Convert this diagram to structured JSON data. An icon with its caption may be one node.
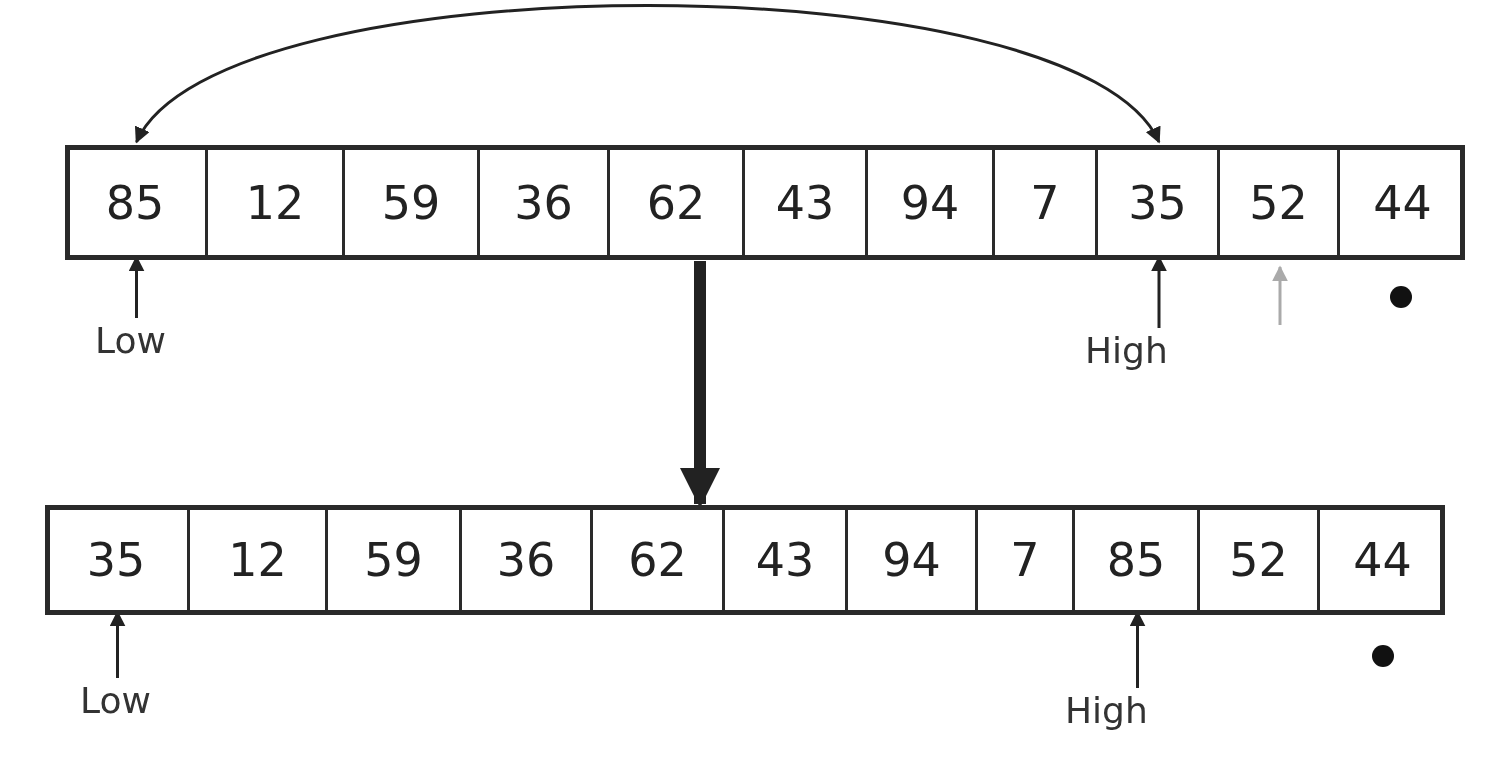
{
  "diagram": {
    "nodes": [
      {
        "text": [],
        "shape": "bar"
      },
      {
        "text": [
          "85"
        ],
        "in": 0
      },
      {
        "text": [
          "12"
        ],
        "in": 0
      },
      {
        "text": [
          "59"
        ],
        "in": 0
      },
      {
        "text": [
          "36"
        ],
        "in": 0
      },
      {
        "text": [
          "62"
        ],
        "in": 0
      },
      {
        "text": [
          "43"
        ],
        "in": 0
      },
      {
        "text": [
          "94"
        ],
        "in": 0
      },
      {
        "text": [
          "7"
        ],
        "in": 0
      },
      {
        "text": [
          "35"
        ],
        "in": 0
      },
      {
        "text": [
          "52"
        ],
        "in": 0
      },
      {
        "text": [
          "44"
        ],
        "in": 0
      },
      {
        "text": [
          "Low"
        ]
      },
      {
        "text": [
          "High"
        ]
      },
      {
        "text": [],
        "shape": "circle"
      },
      {
        "text": [],
        "shape": "bar"
      },
      {
        "text": [
          "35"
        ],
        "in": 15
      },
      {
        "text": [
          "12"
        ],
        "in": 15
      },
      {
        "text": [
          "59"
        ],
        "in": 15
      },
      {
        "text": [
          "36"
        ],
        "in": 15
      },
      {
        "text": [
          "62"
        ],
        "in": 15
      },
      {
        "text": [
          "43"
        ],
        "in": 15
      },
      {
        "text": [
          "94"
        ],
        "in": 15
      },
      {
        "text": [
          "7"
        ],
        "in": 15
      },
      {
        "text": [
          "85"
        ],
        "in": 15
      },
      {
        "text": [
          "52"
        ],
        "in": 15
      },
      {
        "text": [
          "44"
        ],
        "in": 15
      },
      {
        "text": [
          "Low"
        ]
      },
      {
        "text": [
          "High"
        ]
      },
      {
        "text": [],
        "shape": "circle"
      }
    ],
    "edges": [
      {
        "from": 1,
        "to": 9,
        "arrow": "both"
      },
      {
        "from": 12,
        "to": 1,
        "arrow": "to"
      },
      {
        "from": 13,
        "to": 9,
        "arrow": "to"
      },
      {
        "from": null,
        "to": 10,
        "arrow": "to",
        "color": "#aaaaaa"
      },
      {
        "from": 0,
        "to": 15,
        "arrow": "to",
        "style": "thick"
      },
      {
        "from": 27,
        "to": 16,
        "arrow": "to"
      },
      {
        "from": 28,
        "to": 24,
        "arrow": "to"
      }
    ]
  }
}
